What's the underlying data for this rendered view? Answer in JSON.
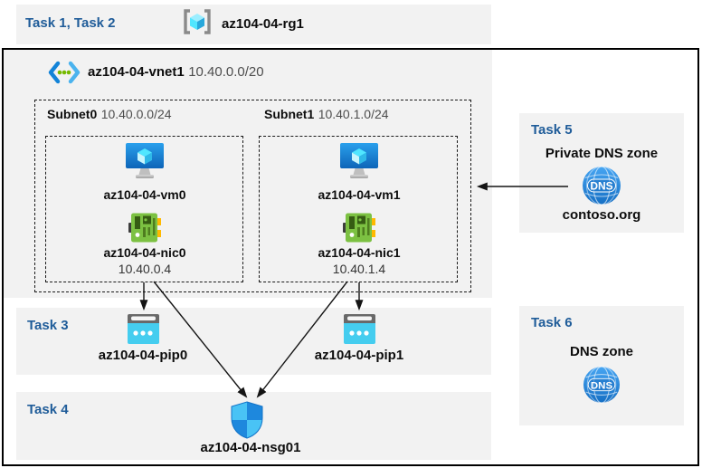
{
  "header": {
    "tasks_label": "Task 1, Task 2",
    "resource_group": "az104-04-rg1"
  },
  "vnet": {
    "name": "az104-04-vnet1",
    "cidr": "10.40.0.0/20",
    "subnets": [
      {
        "name": "Subnet0",
        "cidr": "10.40.0.0/24",
        "vm": "az104-04-vm0",
        "nic": "az104-04-nic0",
        "nic_ip": "10.40.0.4"
      },
      {
        "name": "Subnet1",
        "cidr": "10.40.1.0/24",
        "vm": "az104-04-vm1",
        "nic": "az104-04-nic1",
        "nic_ip": "10.40.1.4"
      }
    ]
  },
  "task3": {
    "label": "Task 3",
    "pip0": "az104-04-pip0",
    "pip1": "az104-04-pip1"
  },
  "task4": {
    "label": "Task 4",
    "nsg": "az104-04-nsg01"
  },
  "task5": {
    "label": "Task 5",
    "title": "Private DNS zone",
    "zone": "contoso.org"
  },
  "task6": {
    "label": "Task 6",
    "title": "DNS zone"
  },
  "icons": {
    "dns_text": "DNS"
  },
  "colors": {
    "task_label_blue": "#1f5c99",
    "panel_bg": "#f2f2f2",
    "arrow": "#141414",
    "pip_cyan": "#45cdef",
    "nic_green": "#7cc142",
    "shield_light": "#49c3f5",
    "shield_medium": "#1e88dd",
    "dns_blue": "#2b87dd"
  }
}
